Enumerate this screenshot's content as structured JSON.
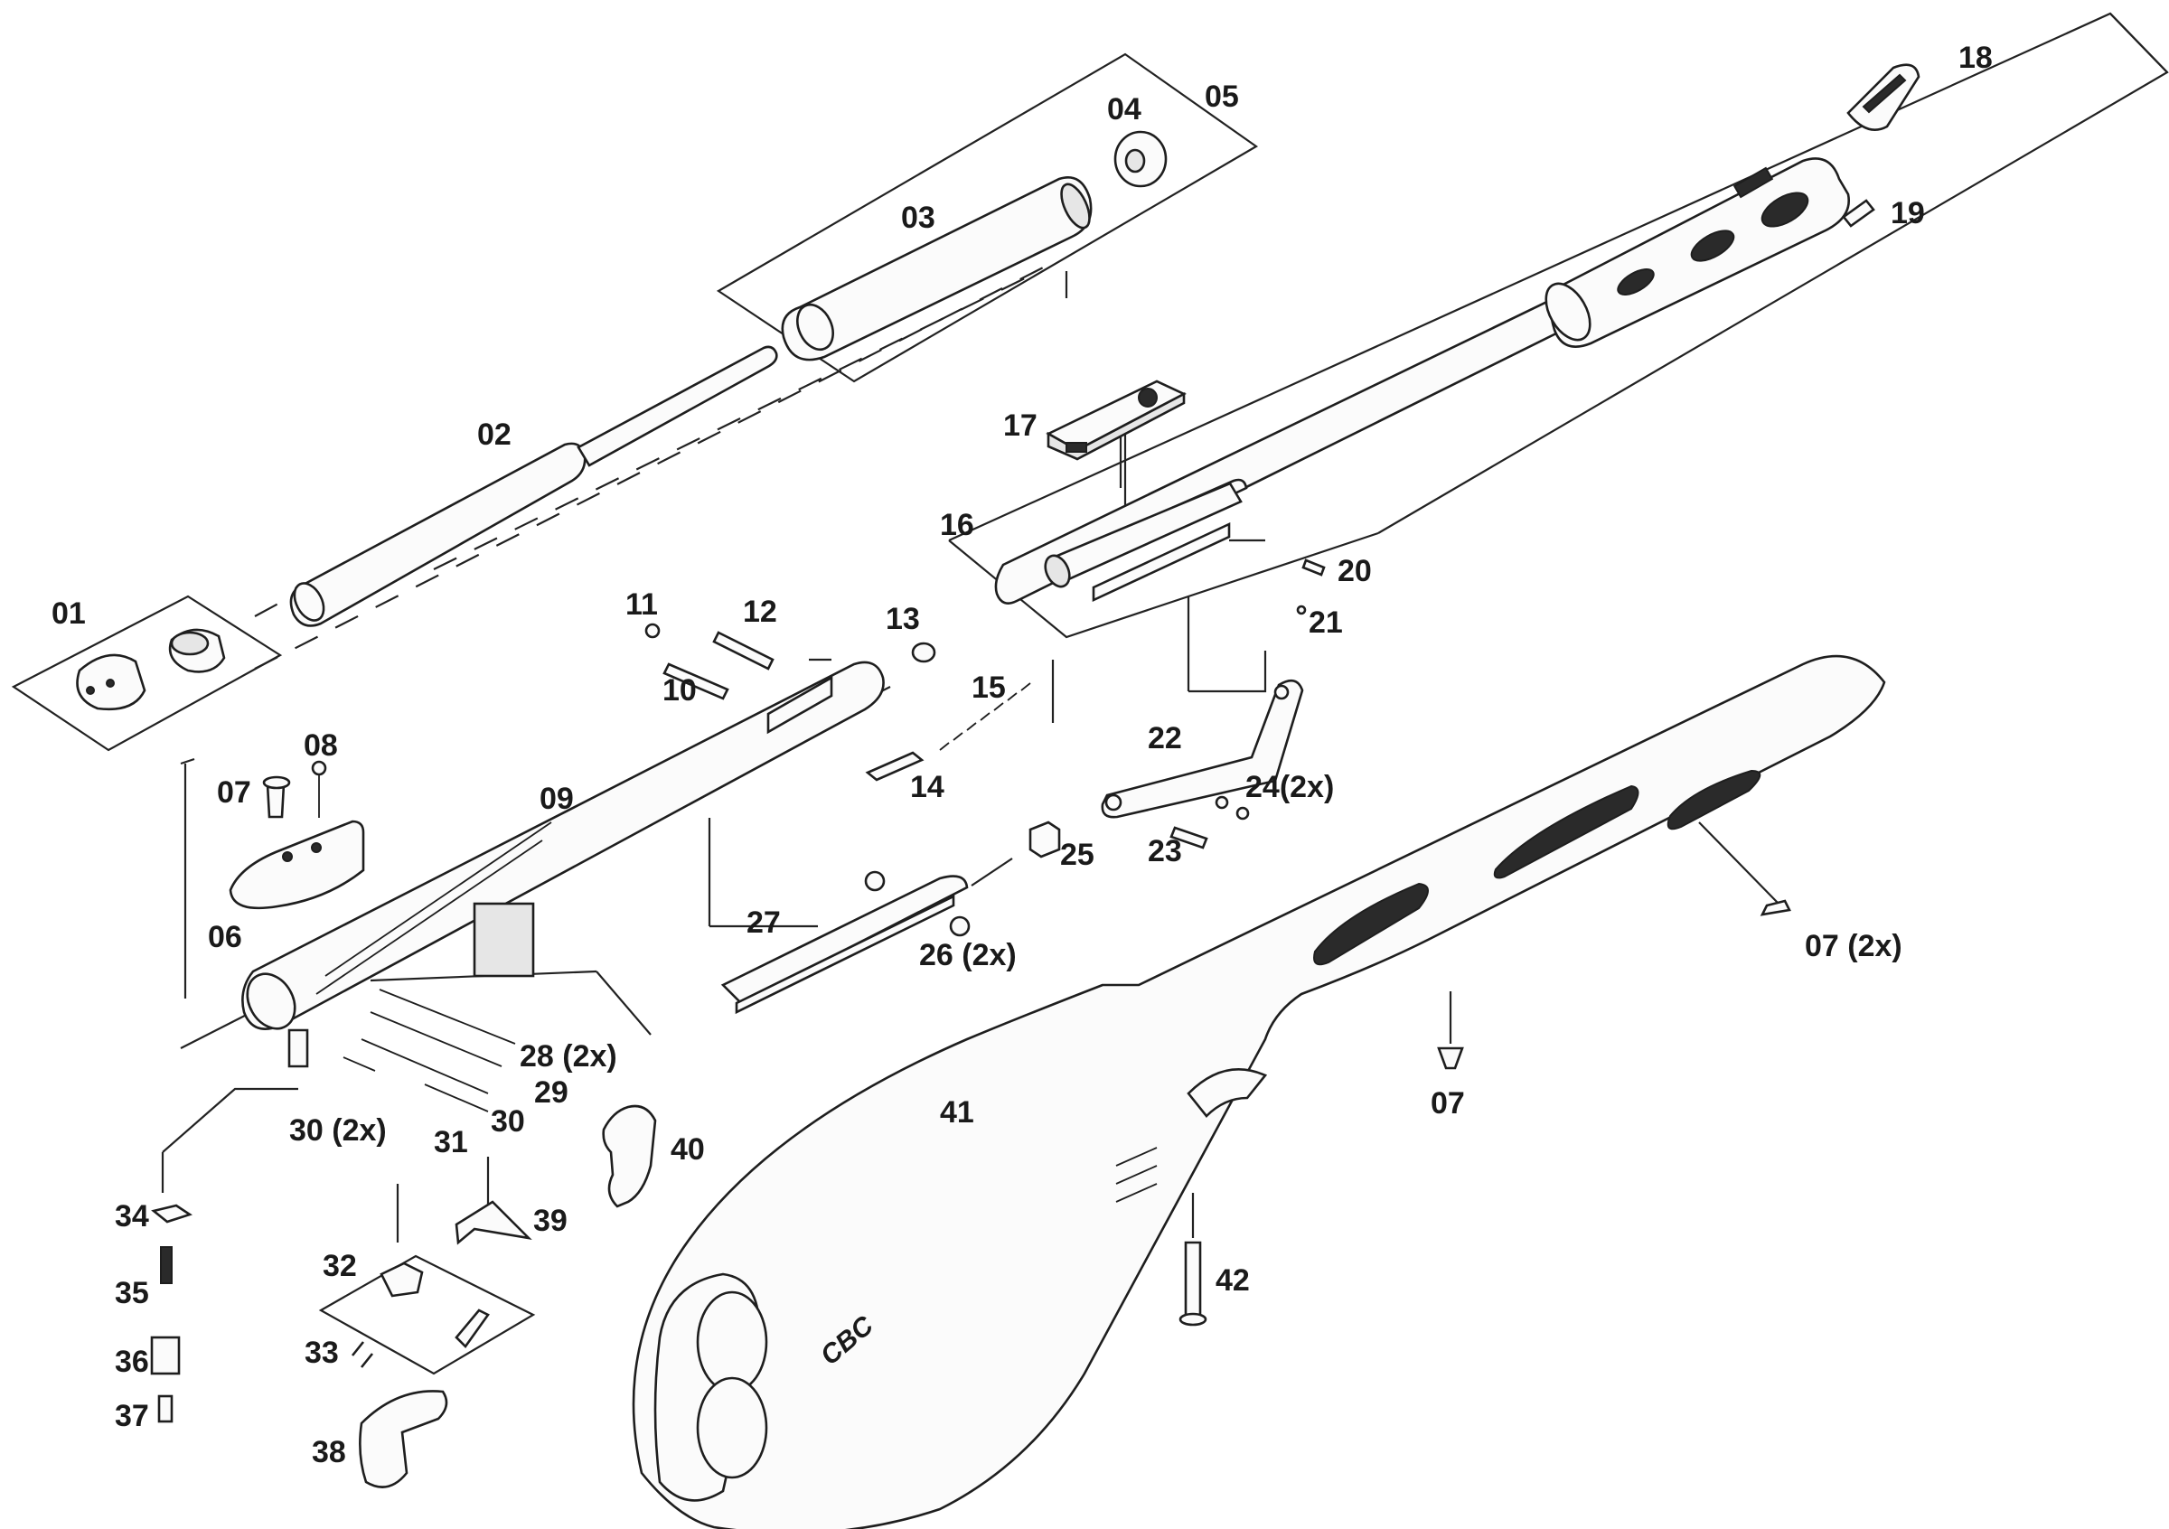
{
  "diagram": {
    "callouts": [
      {
        "id": "01",
        "text": "01"
      },
      {
        "id": "02",
        "text": "02"
      },
      {
        "id": "03",
        "text": "03"
      },
      {
        "id": "04",
        "text": "04"
      },
      {
        "id": "05",
        "text": "05"
      },
      {
        "id": "06",
        "text": "06"
      },
      {
        "id": "07",
        "text": "07"
      },
      {
        "id": "08",
        "text": "08"
      },
      {
        "id": "09",
        "text": "09"
      },
      {
        "id": "10",
        "text": "10"
      },
      {
        "id": "11",
        "text": "11"
      },
      {
        "id": "12",
        "text": "12"
      },
      {
        "id": "13",
        "text": "13"
      },
      {
        "id": "14",
        "text": "14"
      },
      {
        "id": "15",
        "text": "15"
      },
      {
        "id": "16",
        "text": "16"
      },
      {
        "id": "17",
        "text": "17"
      },
      {
        "id": "18",
        "text": "18"
      },
      {
        "id": "19",
        "text": "19"
      },
      {
        "id": "20",
        "text": "20"
      },
      {
        "id": "21",
        "text": "21"
      },
      {
        "id": "22",
        "text": "22"
      },
      {
        "id": "23",
        "text": "23"
      },
      {
        "id": "24",
        "text": "24(2x)"
      },
      {
        "id": "25",
        "text": "25"
      },
      {
        "id": "26",
        "text": "26 (2x)"
      },
      {
        "id": "27",
        "text": "27"
      },
      {
        "id": "28",
        "text": "28 (2x)"
      },
      {
        "id": "29",
        "text": "29"
      },
      {
        "id": "30a",
        "text": "30 (2x)"
      },
      {
        "id": "30b",
        "text": "30"
      },
      {
        "id": "31",
        "text": "31"
      },
      {
        "id": "32",
        "text": "32"
      },
      {
        "id": "33",
        "text": "33"
      },
      {
        "id": "34",
        "text": "34"
      },
      {
        "id": "35",
        "text": "35"
      },
      {
        "id": "36",
        "text": "36"
      },
      {
        "id": "37",
        "text": "37"
      },
      {
        "id": "38",
        "text": "38"
      },
      {
        "id": "39",
        "text": "39"
      },
      {
        "id": "40",
        "text": "40"
      },
      {
        "id": "41",
        "text": "41"
      },
      {
        "id": "42",
        "text": "42"
      },
      {
        "id": "07b",
        "text": "07 (2x)"
      },
      {
        "id": "07c",
        "text": "07"
      }
    ],
    "stock_logo": "CBC"
  }
}
